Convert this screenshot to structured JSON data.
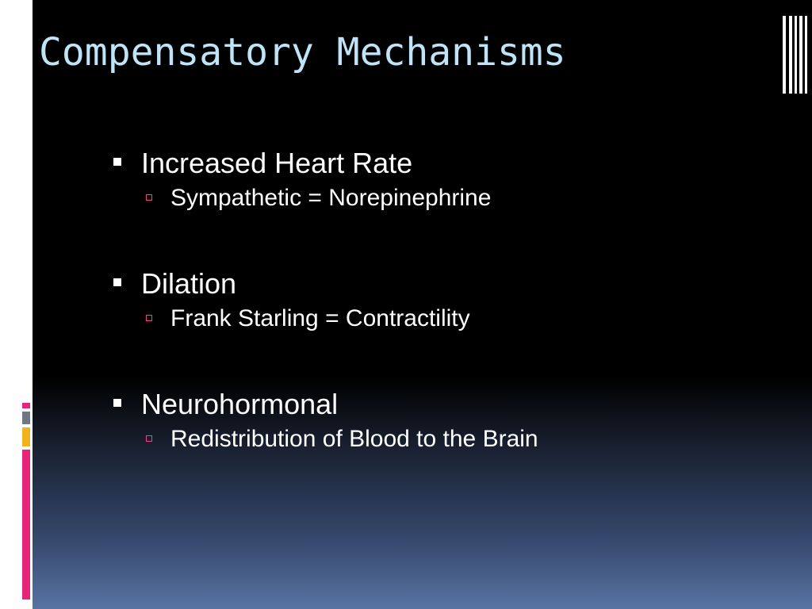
{
  "slide": {
    "title": "Compensatory Mechanisms",
    "bullets": [
      {
        "text": "Increased Heart Rate",
        "sub": [
          "Sympathetic = Norepinephrine"
        ]
      },
      {
        "text": "Dilation",
        "sub": [
          "Frank Starling = Contractility"
        ]
      },
      {
        "text": "Neurohormonal",
        "sub": [
          "Redistribution of Blood to the Brain"
        ]
      }
    ]
  },
  "colors": {
    "title": "#bfe4f7",
    "text": "#ffffff",
    "sub_bullet": "#f23f86",
    "accent_pink": "#e8247a",
    "accent_gold": "#f0b21f",
    "accent_gray": "#6f7780"
  }
}
